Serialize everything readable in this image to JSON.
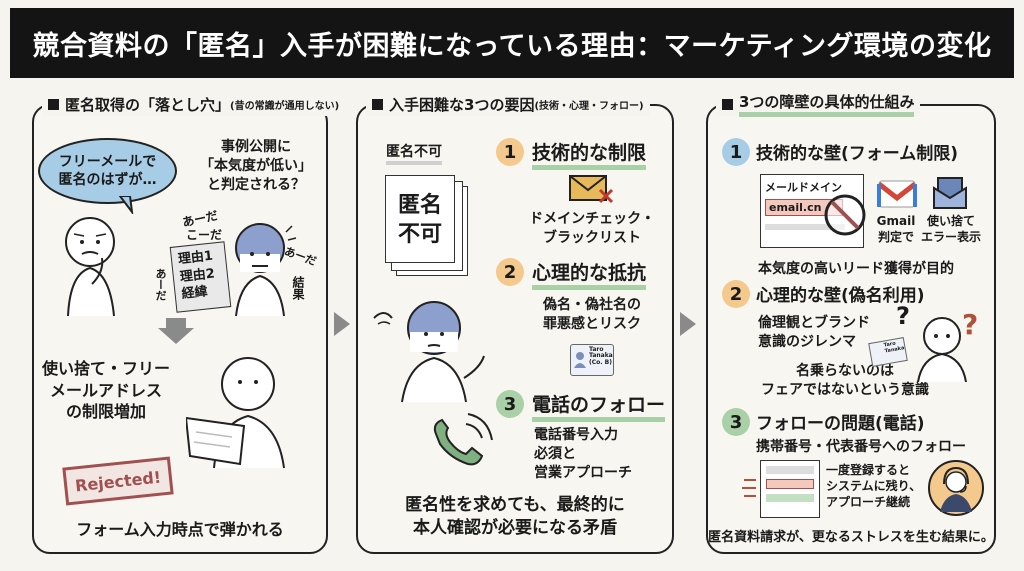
{
  "title": "競合資料の「匿名」入手が困難になっている理由：マーケティング環境の変化",
  "panel1": {
    "header": "匿名取得の「落とし穴」",
    "header_note": "(昔の常識が通用しない)",
    "bubble_line1": "フリーメールで",
    "bubble_line2": "匿名のはずが…",
    "judged_line1": "事例公開に",
    "judged_line2": "「本気度が低い」",
    "judged_line3": "と判定される？",
    "ada1": "あーだ",
    "koda": "こーだ",
    "ada2": "あーだ",
    "ada3": "あーだ",
    "kekka": "結果",
    "paper_line1": "理由1",
    "paper_line2": "理由2",
    "paper_line3": "経緯",
    "limit_line1": "使い捨て・フリー",
    "limit_line2": "メールアドレス",
    "limit_line3": "の制限増加",
    "stamp": "Rejected!",
    "footer": "フォーム入力時点で弾かれる"
  },
  "panel2": {
    "header": "入手困難な3つの要因",
    "header_note": "(技術・心理・フォロー)",
    "anon_label": "匿名不可",
    "doc_line1": "匿名",
    "doc_line2": "不可",
    "items": [
      {
        "num": "1",
        "title": "技術的な制限",
        "desc_line1": "ドメインチェック・",
        "desc_line2": "ブラックリスト"
      },
      {
        "num": "2",
        "title": "心理的な抵抗",
        "desc_line1": "偽名・偽社名の",
        "desc_line2": "罪悪感とリスク"
      },
      {
        "num": "3",
        "title": "電話のフォロー",
        "desc_line1": "電話番号入力",
        "desc_line2": "必須と",
        "desc_line3": "営業アプローチ"
      }
    ],
    "badge_line1": "Taro",
    "badge_line2": "Tanaka",
    "badge_line3": "(Co. B)",
    "footer_line1": "匿名性を求めても、最終的に",
    "footer_line2": "本人確認が必要になる矛盾"
  },
  "panel3": {
    "header": "3つの障壁の具体的仕組み",
    "items": [
      {
        "num": "1",
        "title": "技術的な壁(フォーム制限)"
      },
      {
        "num": "2",
        "title": "心理的な壁(偽名利用)"
      },
      {
        "num": "3",
        "title": "フォローの問題(電話)"
      }
    ],
    "mail_label": "メールドメイン",
    "mail_field": "email.cn",
    "gmail_line1": "Gmail",
    "gmail_line2": "判定で",
    "disposable_line1": "使い捨て",
    "disposable_line2": "エラー表示",
    "goal": "本気度の高いリード獲得が目的",
    "ethics_line1": "倫理観とブランド",
    "ethics_line2": "意識のジレンマ",
    "fair_line1": "名乗らないのは",
    "fair_line2": "フェアではないという意識",
    "phone_follow": "携帯番号・代表番号へのフォロー",
    "system_line1": "一度登録すると",
    "system_line2": "システムに残り、",
    "system_line3": "アプローチ継続",
    "footer": "匿名資料請求が、更なるストレスを生む結果に。",
    "badge_line1": "Taro",
    "badge_line2": "Tanaka"
  }
}
